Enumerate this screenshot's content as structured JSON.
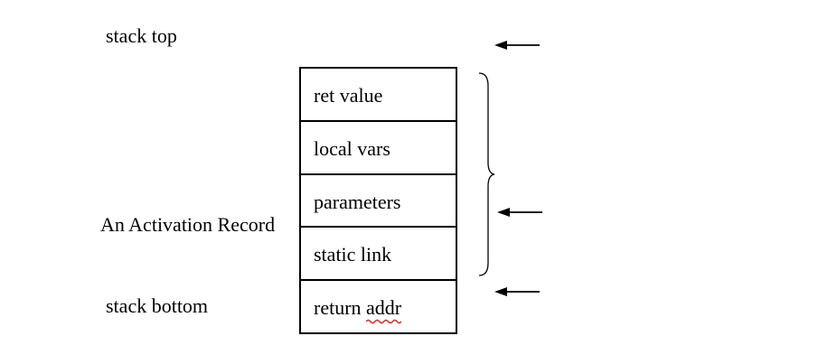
{
  "labels": {
    "stack_top": "stack top",
    "stack_bottom": "stack bottom",
    "activation_record": "An Activation Record"
  },
  "stack_cells": [
    {
      "label": "ret value"
    },
    {
      "label": "local vars"
    },
    {
      "label": "parameters"
    },
    {
      "label": "static link"
    },
    {
      "label_prefix": "return ",
      "label_marked": "addr"
    }
  ],
  "colors": {
    "line": "#000000",
    "spell_underline": "#d0302a"
  }
}
